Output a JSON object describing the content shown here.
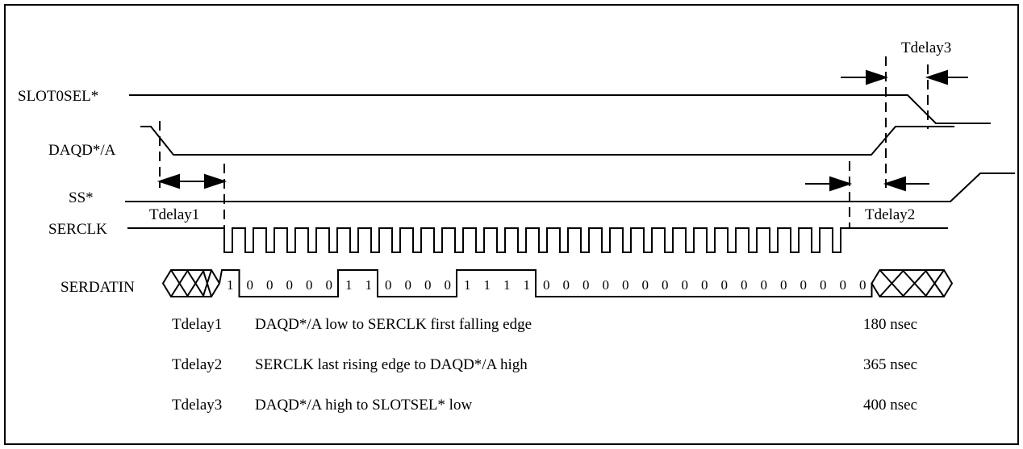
{
  "signals": {
    "slot0sel": "SLOT0SEL*",
    "daqd": "DAQD*/A",
    "ss": "SS*",
    "serclk": "SERCLK",
    "serdatin": "SERDATIN"
  },
  "delay_labels": {
    "t1": "Tdelay1",
    "t2": "Tdelay2",
    "t3": "Tdelay3"
  },
  "serdatin_bits": [
    "1",
    "0",
    "0",
    "0",
    "0",
    "0",
    "1",
    "1",
    "0",
    "0",
    "0",
    "0",
    "1",
    "1",
    "1",
    "1",
    "0",
    "0",
    "0",
    "0",
    "0",
    "0",
    "0",
    "0",
    "0",
    "0",
    "0",
    "0",
    "0",
    "0",
    "0",
    "0",
    "0"
  ],
  "timing_table": [
    {
      "name": "Tdelay1",
      "description": "DAQD*/A low to SERCLK first falling edge",
      "value": "180 nsec"
    },
    {
      "name": "Tdelay2",
      "description": "SERCLK last rising edge to DAQD*/A high",
      "value": "365 nsec"
    },
    {
      "name": "Tdelay3",
      "description": "DAQD*/A high to SLOTSEL* low",
      "value": "400 nsec"
    }
  ],
  "colors": {
    "stroke": "#000000",
    "background": "#ffffff"
  }
}
